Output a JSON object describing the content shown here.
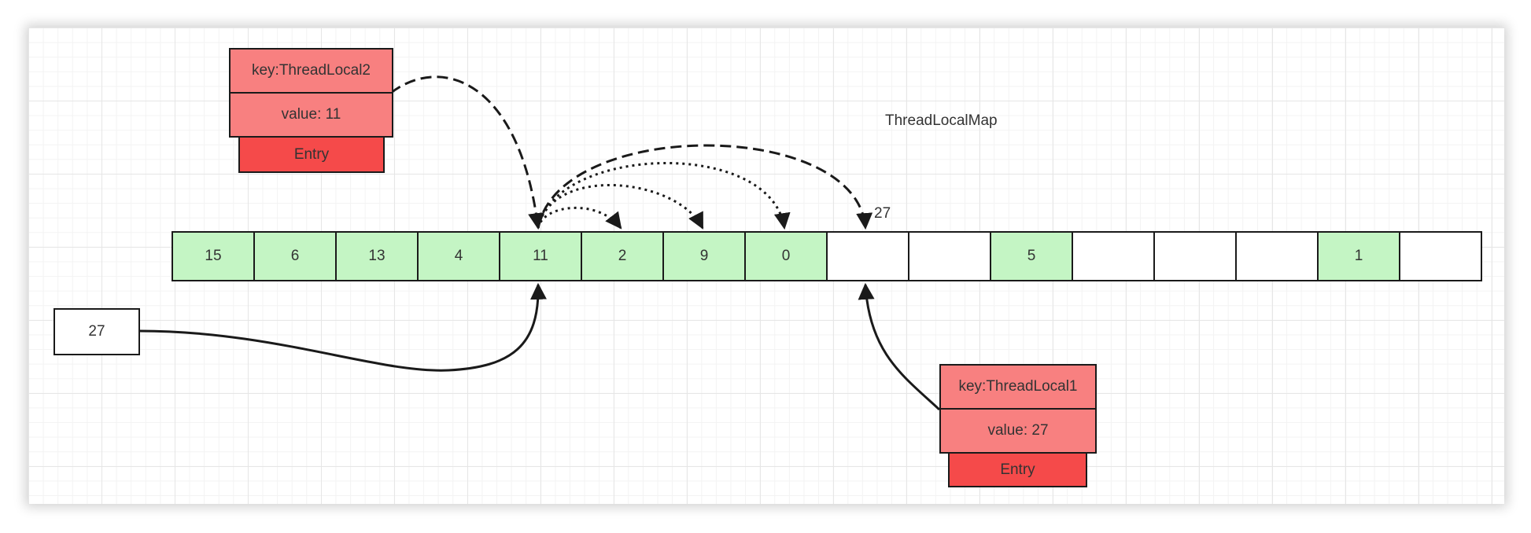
{
  "colors": {
    "filled_cell": "#c4f5c4",
    "empty_cell": "#ffffff",
    "entry_field": "#f88080",
    "entry_label": "#f54a4a",
    "stroke": "#1a1a1a",
    "text": "#333333"
  },
  "map": {
    "title": "ThreadLocalMap",
    "slots": [
      "15",
      "6",
      "13",
      "4",
      "11",
      "2",
      "9",
      "0",
      "",
      "",
      "5",
      "",
      "",
      "",
      "1",
      ""
    ]
  },
  "entry_top": {
    "key": "key:ThreadLocal2",
    "value": "value: 11",
    "label": "Entry"
  },
  "entry_bottom": {
    "key": "key:ThreadLocal1",
    "value": "value: 27",
    "label": "Entry"
  },
  "hash_box": {
    "value": "27"
  },
  "target_label": "27"
}
